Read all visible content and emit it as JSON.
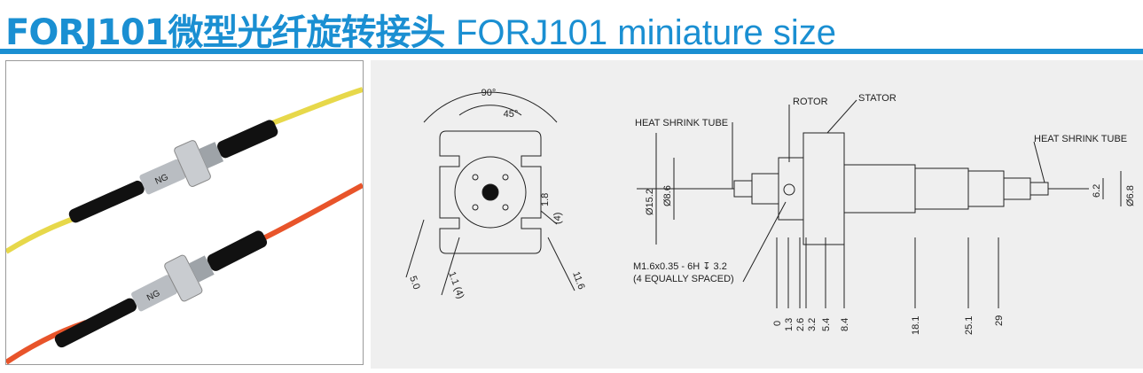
{
  "header": {
    "title_cn": "FORJ101微型光纤旋转接头",
    "title_en": "FORJ101 miniature size",
    "accent_color": "#1a8fd2"
  },
  "photo": {
    "cable_yellow_color": "#e7d84a",
    "cable_orange_color": "#e8542a",
    "body_color": "#111111",
    "metal_color": "#b9bdc2",
    "rotor_label_top": "NG",
    "rotor_label_bottom": "NG"
  },
  "drawing": {
    "angle_90": "90°",
    "angle_45": "45°",
    "dim_1_8": "1.8",
    "dim_4_a": "(4)",
    "dim_5_0": "5.0",
    "dim_1_1_4": "1.1 (4)",
    "dim_11_6": "11.6",
    "label_heat_shrink_left": "HEAT SHRINK TUBE",
    "label_rotor": "ROTOR",
    "label_stator": "STATOR",
    "label_heat_shrink_right": "HEAT SHRINK TUBE",
    "dim_dia_15_2": "Ø15.2",
    "dim_dia_8_6": "Ø8.6",
    "dim_6_2": "6.2",
    "dim_dia_6_8": "Ø6.8",
    "note_thread": "M1.6x0.35  - 6H ↧ 3.2",
    "note_spacing": "(4 EQUALLY SPACED)",
    "ordinates": [
      "0",
      "1.3",
      "2.6",
      "3.2",
      "5.4",
      "8.4",
      "18.1",
      "25.1",
      "29"
    ]
  }
}
